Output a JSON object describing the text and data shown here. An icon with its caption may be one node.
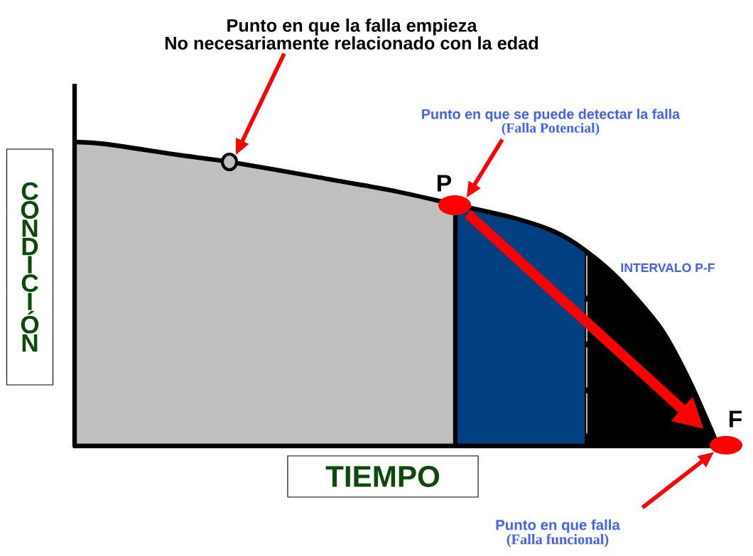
{
  "diagram": {
    "nodes": [
      {
        "text": [
          "Punto en que la falla empieza",
          "No necesariamente relacionado con la edad"
        ]
      },
      {
        "text": [],
        "shape": "circle"
      },
      {
        "text": [
          "Punto en que se puede detectar la falla",
          "(Falla Potencial)"
        ]
      },
      {
        "text": [],
        "shape": "circle",
        "beside": [
          "P"
        ]
      },
      {
        "text": [],
        "shape": "circle",
        "beside": [
          "F"
        ]
      },
      {
        "text": [
          "Punto en que falla",
          "(Falla funcional)"
        ]
      },
      {
        "text": [
          "CONDICIÓN"
        ]
      },
      {
        "text": [
          "TIEMPO"
        ]
      }
    ],
    "edges": [
      {
        "from": 0,
        "to": 1,
        "arrow": "to"
      },
      {
        "from": 2,
        "to": 3,
        "arrow": "to"
      },
      {
        "from": 3,
        "to": 4,
        "arrow": "to",
        "style": "thick"
      },
      {
        "from": 5,
        "to": 4,
        "arrow": "to"
      }
    ],
    "labels": [
      "INTERVALO P-F"
    ]
  }
}
